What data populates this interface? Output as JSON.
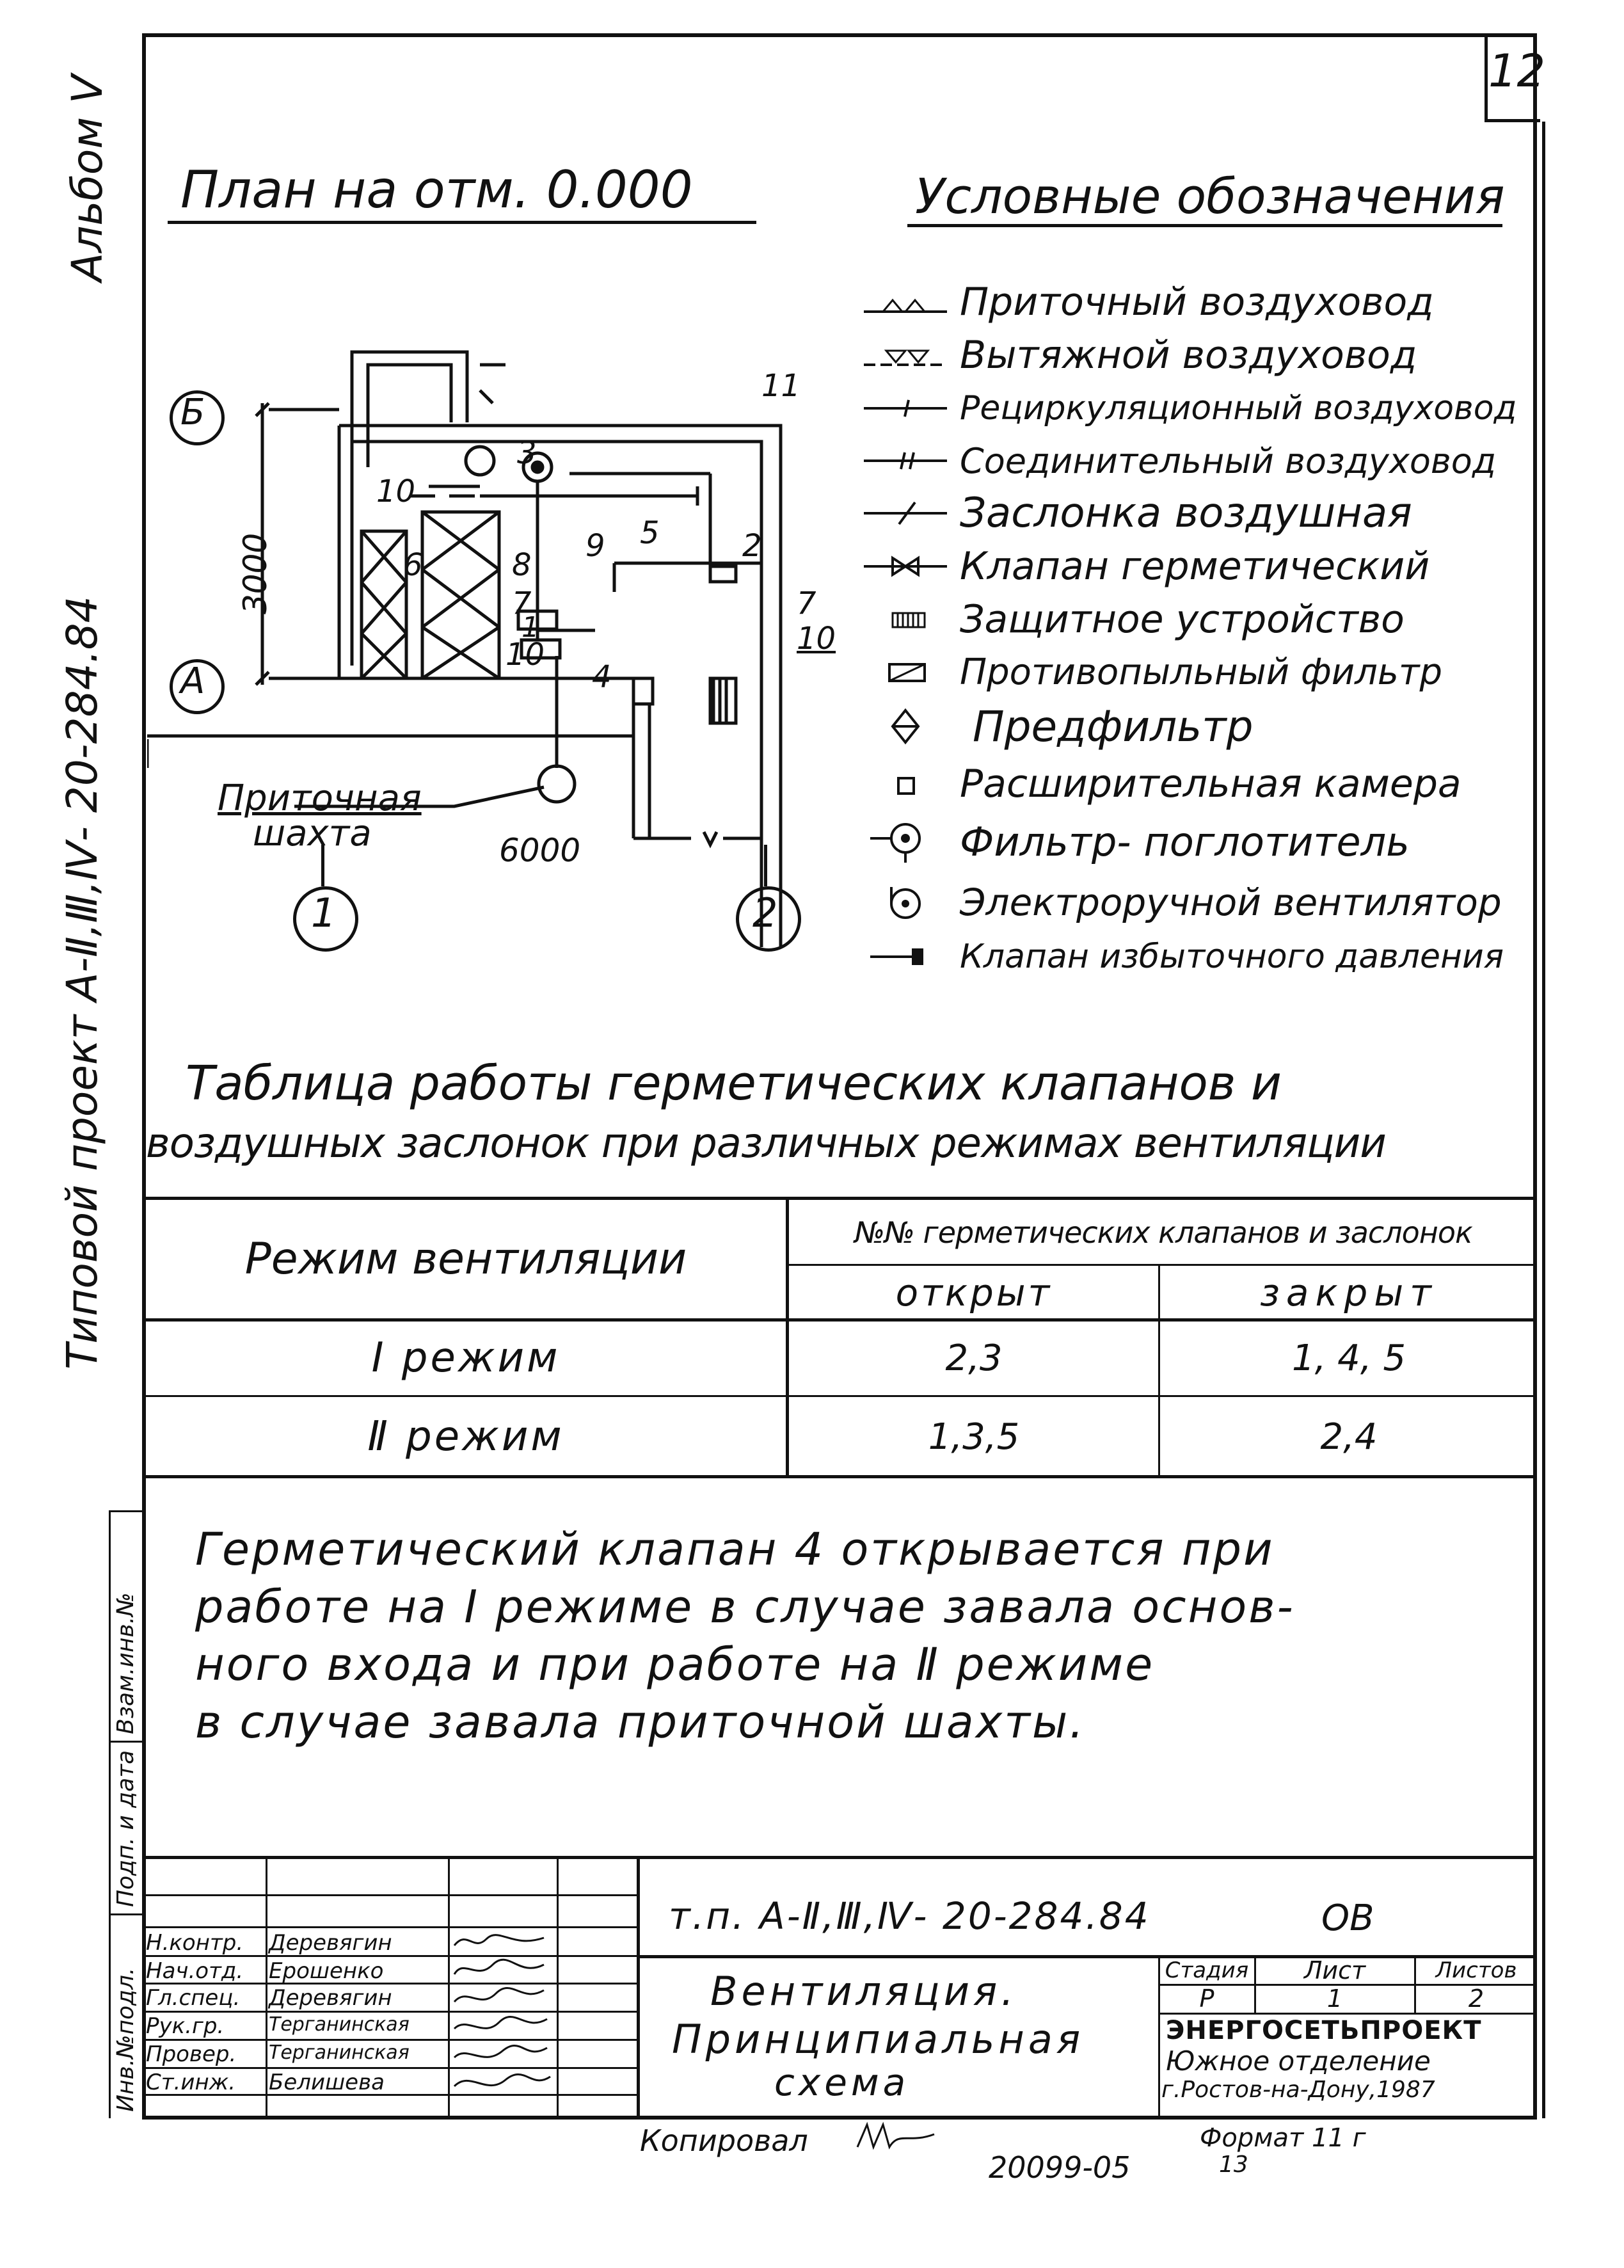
{
  "sheet": {
    "page_number": "12",
    "side_album": "Альбом Ⅴ",
    "side_project": "Типовой проект  А-Ⅱ,Ⅲ,Ⅳ- 20-284.84",
    "side_stamp_fields": [
      "Инв.№подл.",
      "Подп. и дата",
      "Взам.инв.№"
    ]
  },
  "plan": {
    "title": "План на отм. 0.000",
    "axis_b": "Б",
    "axis_a": "А",
    "axis_1": "1",
    "axis_2": "2",
    "dim_vertical": "3000",
    "dim_horizontal": "6000",
    "shaft_label_1": "Приточная",
    "shaft_label_2": "шахта",
    "callouts": [
      "11",
      "3",
      "10",
      "6",
      "8",
      "9",
      "5",
      "2",
      "7",
      "1",
      "10",
      "4",
      "7",
      "10"
    ]
  },
  "legend": {
    "title": "Условные обозначения",
    "items": [
      {
        "symbol": "supply-duct-icon",
        "label": "Приточный воздуховод"
      },
      {
        "symbol": "exhaust-duct-icon",
        "label": "Вытяжной воздуховод"
      },
      {
        "symbol": "recirculation-duct-icon",
        "label": "Рециркуляционный воздуховод"
      },
      {
        "symbol": "connecting-duct-icon",
        "label": "Соединительный воздуховод"
      },
      {
        "symbol": "air-damper-icon",
        "label": "Заслонка воздушная"
      },
      {
        "symbol": "hermetic-valve-icon",
        "label": "Клапан герметический"
      },
      {
        "symbol": "protective-device-icon",
        "label": "Защитное устройство"
      },
      {
        "symbol": "dust-filter-icon",
        "label": "Противопыльный фильтр"
      },
      {
        "symbol": "prefilter-icon",
        "label": "Предфильтр"
      },
      {
        "symbol": "expansion-chamber-icon",
        "label": "Расширительная камера"
      },
      {
        "symbol": "absorber-filter-icon",
        "label": "Фильтр- поглотитель"
      },
      {
        "symbol": "electro-manual-fan-icon",
        "label": "Электроручной вентилятор"
      },
      {
        "symbol": "overpressure-valve-icon",
        "label": "Клапан избыточного давления"
      }
    ]
  },
  "table": {
    "title_line1": "Таблица работы герметических клапанов и",
    "title_line2": "воздушных заслонок при различных режимах вентиляции",
    "col_mode": "Режим вентиляции",
    "col_group": "№№ герметических клапанов и заслонок",
    "col_open": "открыт",
    "col_closed": "закрыт",
    "rows": [
      {
        "mode": "Ⅰ режим",
        "open": "2,3",
        "closed": "1, 4, 5"
      },
      {
        "mode": "Ⅱ режим",
        "open": "1,3,5",
        "closed": "2,4"
      }
    ]
  },
  "note": {
    "line1": "Герметический клапан 4 открывается при",
    "line2": "работе на Ⅰ режиме в случае завала основ-",
    "line3": "ного входа и при работе на Ⅱ режиме",
    "line4": "в случае завала приточной шахты."
  },
  "title_block": {
    "designation": "т.п. А-Ⅱ,Ⅲ,Ⅳ- 20-284.84",
    "section": "ОВ",
    "roles": [
      {
        "role": "Н.контр.",
        "name": "Деревягин"
      },
      {
        "role": "Нач.отд.",
        "name": "Ерошенко"
      },
      {
        "role": "Гл.спец.",
        "name": "Деревягин"
      },
      {
        "role": "Рук.гр.",
        "name": "Терганинская"
      },
      {
        "role": "Провер.",
        "name": "Терганинская"
      },
      {
        "role": "Ст.инж.",
        "name": "Белишева"
      }
    ],
    "drawing_title_1": "Вентиляция.",
    "drawing_title_2": "Принципиальная",
    "drawing_title_3": "схема",
    "stage_label": "Стадия",
    "sheet_label": "Лист",
    "sheets_label": "Листов",
    "stage": "Р",
    "sheet": "1",
    "sheets": "2",
    "org_1": "ЭНЕРГОСЕТЬПРОЕКТ",
    "org_2": "Южное отделение",
    "org_3": "г.Ростов-на-Дону,1987"
  },
  "footer": {
    "copied": "Копировал",
    "order_number": "20099-05",
    "format_label": "Формат 11 г",
    "format_number": "13"
  }
}
